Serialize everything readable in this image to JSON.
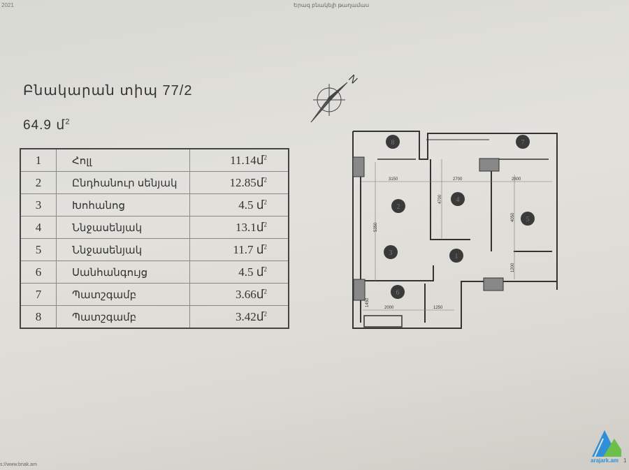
{
  "header": {
    "date": "2021",
    "project": "Երազ բնակելի թաղամաս"
  },
  "title": "Բնակարան տիպ 77/2",
  "total_area": {
    "value": "64.9",
    "unit": "մ",
    "sup": "2"
  },
  "rooms": [
    {
      "num": "1",
      "name": "Հոլլ",
      "area": "11.14մ",
      "sup": "2"
    },
    {
      "num": "2",
      "name": "Ընդհանուր սենյակ",
      "area": "12.85մ",
      "sup": "2"
    },
    {
      "num": "3",
      "name": "Խոհանոց",
      "area": "4.5 մ",
      "sup": "2"
    },
    {
      "num": "4",
      "name": "Ննջասենյակ",
      "area": "13.1մ",
      "sup": "2"
    },
    {
      "num": "5",
      "name": "Ննջասենյակ",
      "area": "11.7 մ",
      "sup": "2"
    },
    {
      "num": "6",
      "name": "Սանհանգույց",
      "area": "4.5 մ",
      "sup": "2"
    },
    {
      "num": "7",
      "name": "Պատշգամբ",
      "area": "3.66մ",
      "sup": "2"
    },
    {
      "num": "8",
      "name": "Պատշգամբ",
      "area": "3.42մ",
      "sup": "2"
    }
  ],
  "plan": {
    "compass_label": "N",
    "dimensions": {
      "d1": "3150",
      "d2": "2700",
      "d3": "2800",
      "d4": "4700",
      "d5": "5350",
      "d6": "4050",
      "d7": "1200",
      "d8": "1450",
      "d9": "2000",
      "d10": "1250"
    }
  },
  "footer": {
    "url": "s://www.bnak.am",
    "logo_text": "arajark.am",
    "page": "1"
  }
}
